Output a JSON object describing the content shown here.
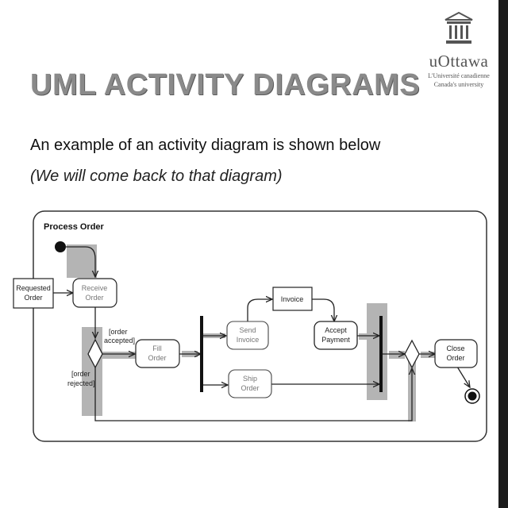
{
  "slide": {
    "title": "UML ACTIVITY DIAGRAMS",
    "lead": "An example of an activity diagram is shown below",
    "note": "(We will come back to that diagram)"
  },
  "logo": {
    "icon": "building-columns-icon",
    "wordmark": "uOttawa",
    "line1": "L'Université canadienne",
    "line2": "Canada's university"
  },
  "diagram": {
    "frame_title": "Process Order",
    "nodes": {
      "requested_order": [
        "Requested",
        "Order"
      ],
      "receive_order": [
        "Receive",
        "Order"
      ],
      "fill_order": [
        "Fill",
        "Order"
      ],
      "send_invoice": [
        "Send",
        "Invoice"
      ],
      "invoice": "Invoice",
      "accept_payment": [
        "Accept",
        "Payment"
      ],
      "ship_order": [
        "Ship",
        "Order"
      ],
      "close_order": [
        "Close",
        "Order"
      ]
    },
    "guards": {
      "accepted": [
        "[order",
        "accepted]"
      ],
      "rejected": [
        "[order",
        "rejected]"
      ]
    }
  },
  "colors": {
    "highlight": "#b4b4b4",
    "line": "#222222",
    "title_gray": "#8a8a8a"
  }
}
